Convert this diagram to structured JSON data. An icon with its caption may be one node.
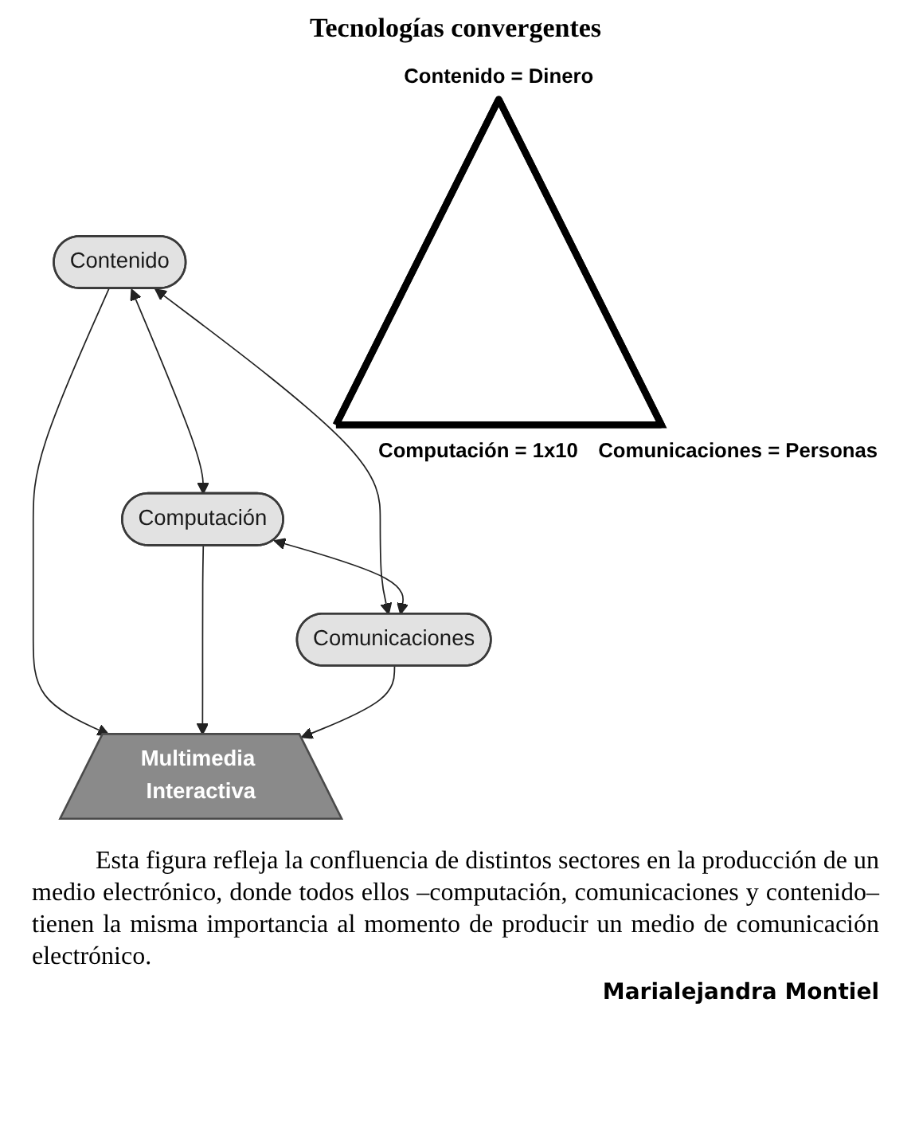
{
  "diagram": {
    "title": "Tecnologías convergentes",
    "nodes": [
      {
        "text": [
          "Contenido"
        ]
      },
      {
        "text": [
          "Multimedia Interactiva"
        ]
      },
      {
        "text": [
          "Computación"
        ]
      },
      {
        "text": [
          "Comunicaciones"
        ]
      },
      {
        "text": [],
        "shape": "triangle",
        "beside": [
          "Contenido = Dinero",
          "Computación = 1x10",
          "Comunicaciones = Personas"
        ]
      }
    ],
    "edges": [
      {
        "from": 0,
        "to": 2,
        "arrow": "both"
      },
      {
        "from": 0,
        "to": 1,
        "arrow": "to"
      },
      {
        "from": 0,
        "to": 3,
        "arrow": "both"
      },
      {
        "from": 2,
        "to": 1,
        "arrow": "to"
      },
      {
        "from": 3,
        "to": 1,
        "arrow": "to"
      },
      {
        "from": 2,
        "to": 3,
        "arrow": "both"
      }
    ],
    "labels": [
      "Esta figura refleja la confluencia de distintos sectores en la producción de un medio electrónico, donde todos ellos –computación, comunicaciones y contenido– tienen la misma importancia al momento de producir un medio de comunicación electrónico.",
      "Marialejandra Montiel"
    ]
  }
}
